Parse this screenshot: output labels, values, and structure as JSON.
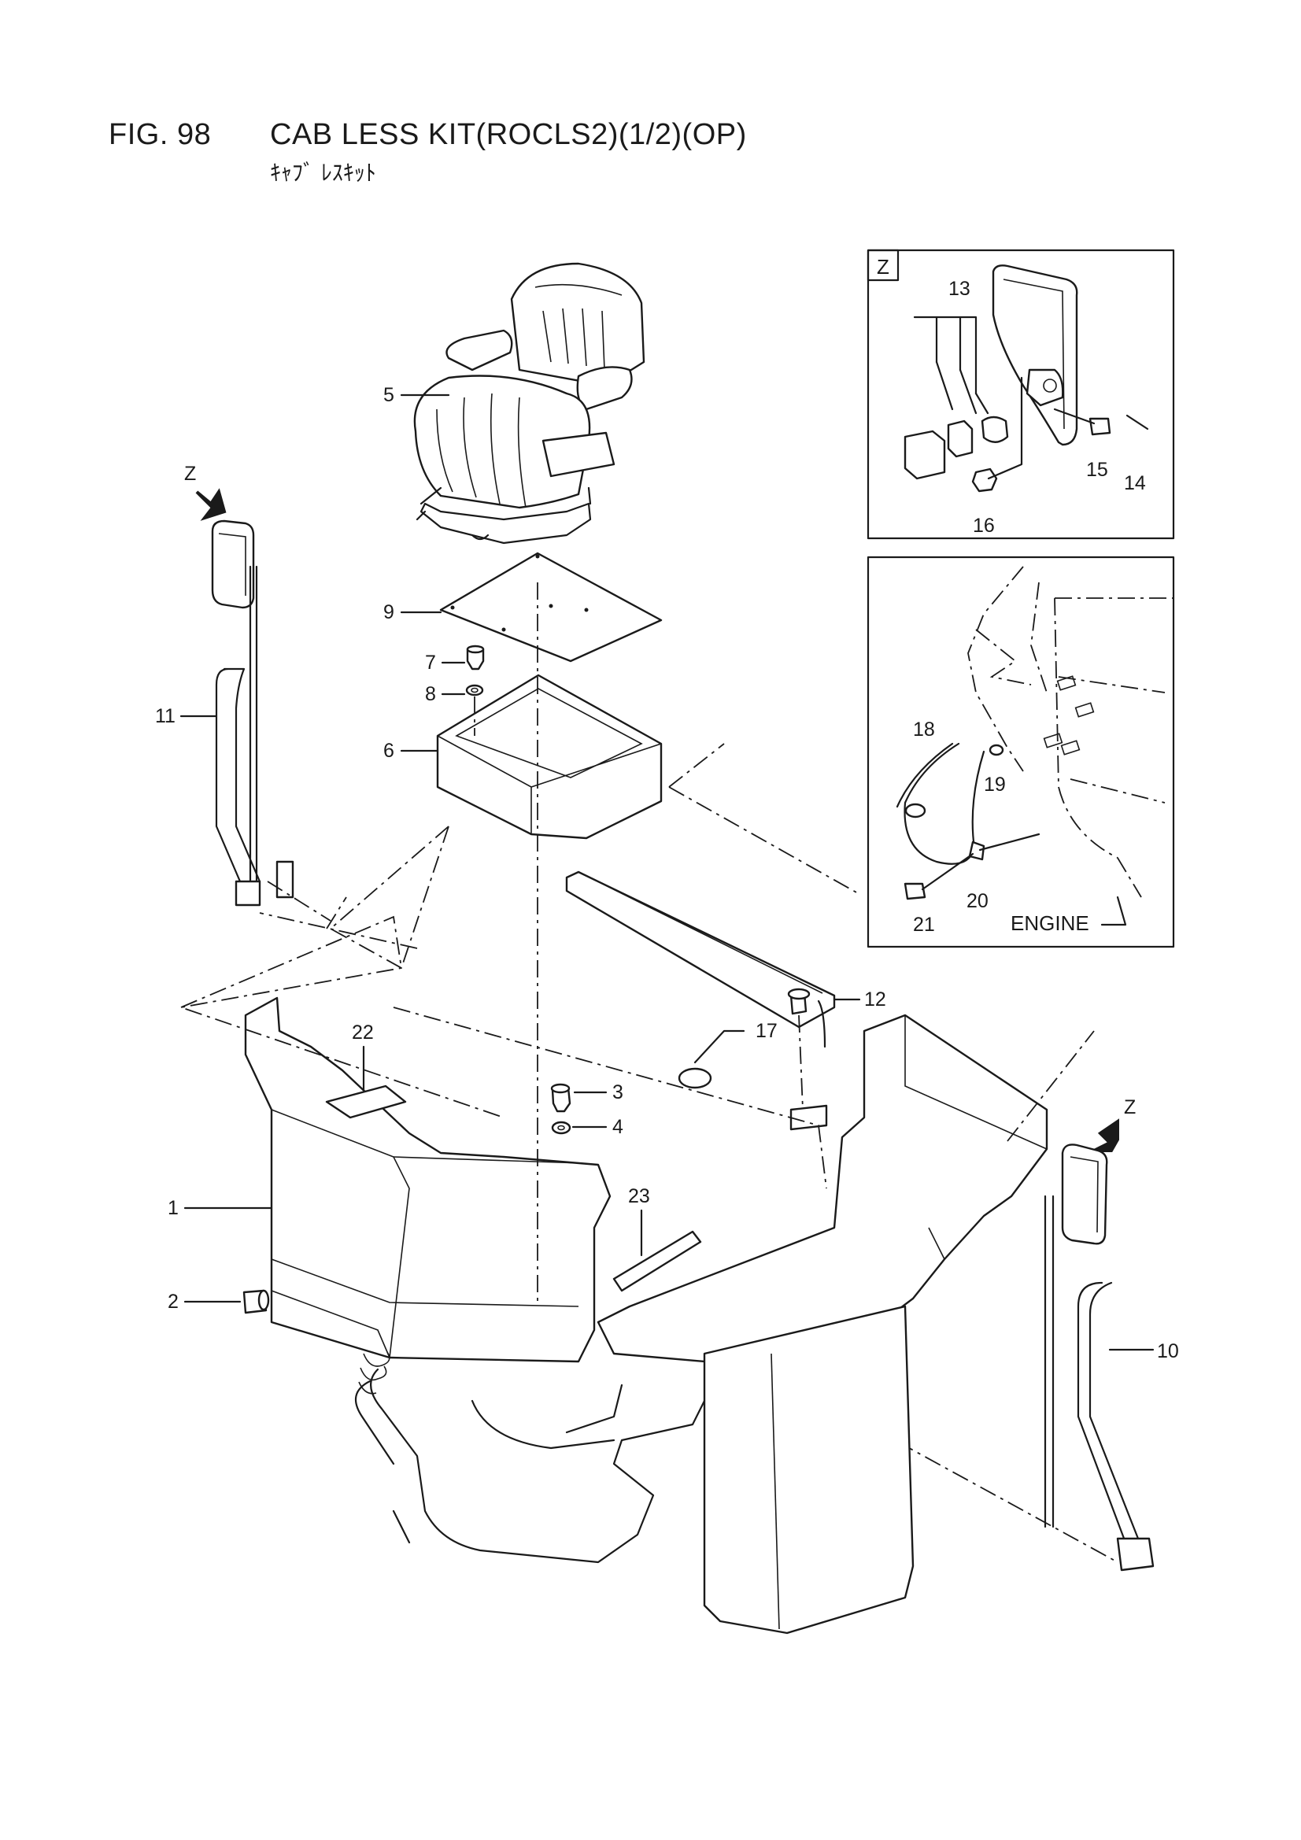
{
  "figure": {
    "number": "FIG. 98",
    "title": "CAB LESS KIT(ROCLS2)(1/2)(OP)",
    "subtitle": "ｷｬﾌﾞ ﾚｽｷｯﾄ"
  },
  "detail_z": {
    "label": "Z"
  },
  "detail_engine": {
    "label": "ENGINE"
  },
  "view_arrows": [
    "Z",
    "Z"
  ],
  "callouts": [
    "1",
    "2",
    "3",
    "4",
    "5",
    "6",
    "7",
    "8",
    "9",
    "10",
    "11",
    "12",
    "13",
    "14",
    "15",
    "16",
    "17",
    "18",
    "19",
    "20",
    "21",
    "22",
    "23"
  ]
}
